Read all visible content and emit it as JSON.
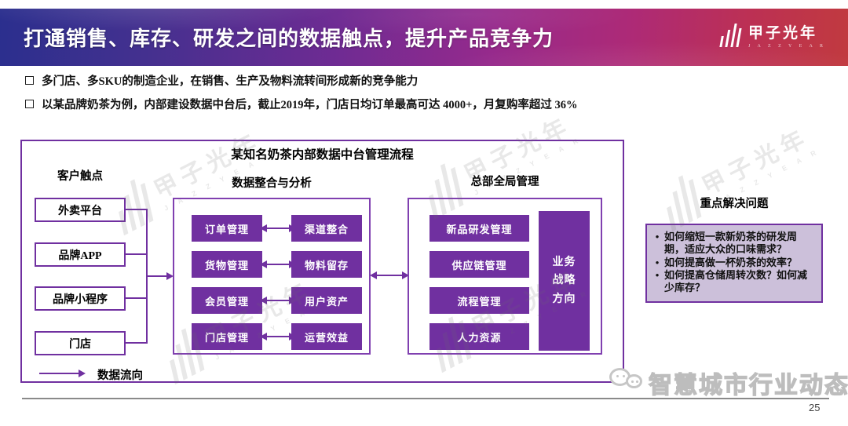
{
  "header": {
    "title": "打通销售、库存、研发之间的数据触点，提升产品竞争力",
    "logo": {
      "text": "甲子光年",
      "subtext": "J A Z Z Y E A R"
    }
  },
  "bullets": [
    "多门店、多SKU的制造企业，在销售、生产及物料流转间形成新的竞争能力",
    "以某品牌奶茶为例，内部建设数据中台后，截止2019年，门店日均订单最高可达 4000+，月复购率超过 36%"
  ],
  "diagram": {
    "title": "某知名奶茶内部数据中台管理流程",
    "left": {
      "header": "客户触点",
      "items": [
        "外卖平台",
        "品牌APP",
        "品牌小程序",
        "门店"
      ]
    },
    "middle": {
      "header": "数据整合与分析",
      "rows": [
        [
          "订单管理",
          "渠道整合"
        ],
        [
          "货物管理",
          "物料留存"
        ],
        [
          "会员管理",
          "用户资产"
        ],
        [
          "门店管理",
          "运营效益"
        ]
      ]
    },
    "right": {
      "header": "总部全局管理",
      "items": [
        "新品研发管理",
        "供应链管理",
        "流程管理",
        "人力资源"
      ],
      "side_box": "业务战略方向"
    },
    "legend": "数据流向"
  },
  "sidebar": {
    "title": "重点解决问题",
    "bullet_marker": "•",
    "questions": [
      "如何缩短一款新奶茶的研发周期，适应大众的口味需求？",
      "如何提高做一杯奶茶的效率？",
      "如何提高仓储周转次数？如何减少库存？"
    ]
  },
  "watermark": {
    "text": "甲子光年",
    "subtext": "J A Z Z Y E A R"
  },
  "footer": {
    "brand": "智慧城市行业动态",
    "page_number": "25"
  },
  "colors": {
    "purple": "#7030A0",
    "lavender": "#CCC0DA",
    "gradient_left": "#2B2F8E",
    "gradient_mid": "#962A8C",
    "gradient_right": "#C13A3F"
  }
}
